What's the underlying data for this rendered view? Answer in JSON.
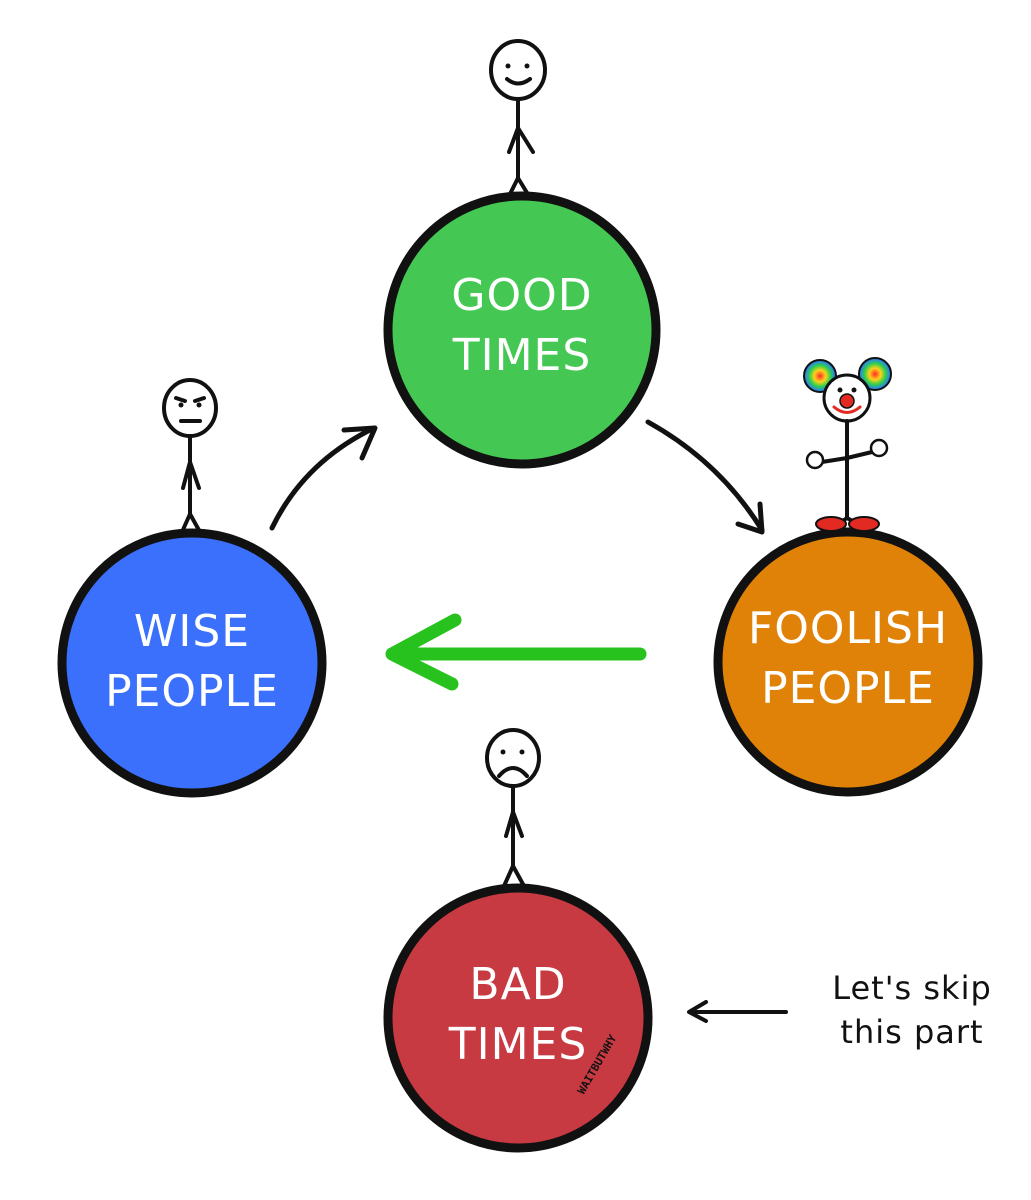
{
  "nodes": {
    "good_times": {
      "line1": "GOOD",
      "line2": "TIMES",
      "color": "#45c853"
    },
    "foolish_people": {
      "line1": "FOOLISH",
      "line2": "PEOPLE",
      "color": "#e08208"
    },
    "bad_times": {
      "line1": "BAD",
      "line2": "TIMES",
      "color": "#c83a42"
    },
    "wise_people": {
      "line1": "WISE",
      "line2": "PEOPLE",
      "color": "#3a70fb"
    }
  },
  "side_note": {
    "line1": "Let's skip",
    "line2": "this part"
  },
  "signature": "WAITBUTWHY",
  "colors": {
    "outline": "#111111",
    "skip_arrow": "#27c21d",
    "clown_nose": "#e22a22",
    "clown_shoes": "#e22a22"
  }
}
